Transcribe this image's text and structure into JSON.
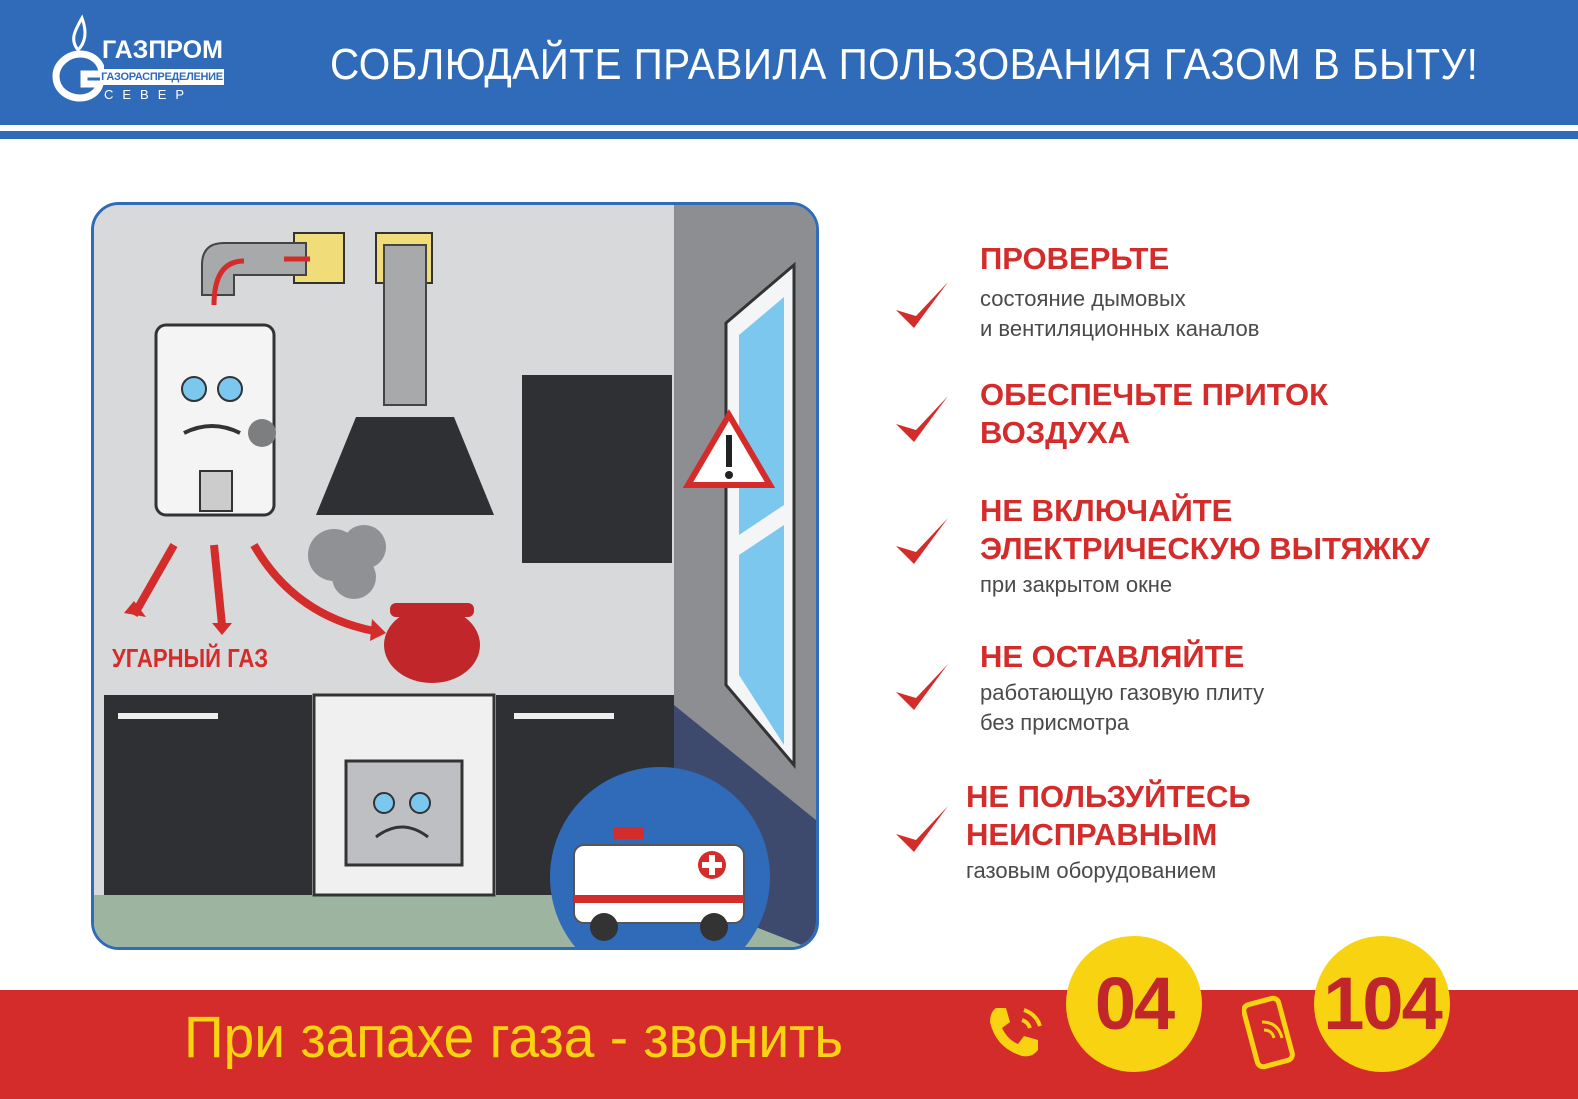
{
  "header": {
    "logo_brand": "ГАЗПРОМ",
    "logo_sub": "ГАЗОРАСПРЕДЕЛЕНИЕ",
    "logo_region": "СЕВЕР",
    "title": "СОБЛЮДАЙТЕ ПРАВИЛА ПОЛЬЗОВАНИЯ ГАЗОМ В БЫТУ!"
  },
  "illustration": {
    "gas_label": "УГАРНЫЙ ГАЗ"
  },
  "rules": [
    {
      "head": [
        "ПРОВЕРЬТЕ"
      ],
      "desc": [
        "состояние дымовых",
        "и вентиляционных каналов"
      ]
    },
    {
      "head": [
        "ОБЕСПЕЧЬТЕ  ПРИТОК",
        "ВОЗДУХА"
      ],
      "desc": []
    },
    {
      "head": [
        "НЕ ВКЛЮЧАЙТЕ",
        "ЭЛЕКТРИЧЕСКУЮ ВЫТЯЖКУ"
      ],
      "desc": [
        "при закрытом окне"
      ]
    },
    {
      "head": [
        "НЕ ОСТАВЛЯЙТЕ"
      ],
      "desc": [
        "работающую газовую плиту",
        "без присмотра"
      ]
    },
    {
      "head": [
        "НЕ ПОЛЬЗУЙТЕСЬ",
        "НЕИСПРАВНЫМ"
      ],
      "desc": [
        "газовым оборудованием"
      ]
    }
  ],
  "footer": {
    "text": "При запахе газа - звонить",
    "phone_landline": "04",
    "phone_mobile": "104"
  },
  "colors": {
    "brand_blue": "#2f6bb8",
    "alert_red": "#d42b2b",
    "accent_yellow": "#f7d312"
  },
  "icons": [
    "gazprom-flame-icon",
    "check-icon",
    "warning-icon",
    "ambulance-icon",
    "phone-icon",
    "mobile-phone-icon"
  ]
}
